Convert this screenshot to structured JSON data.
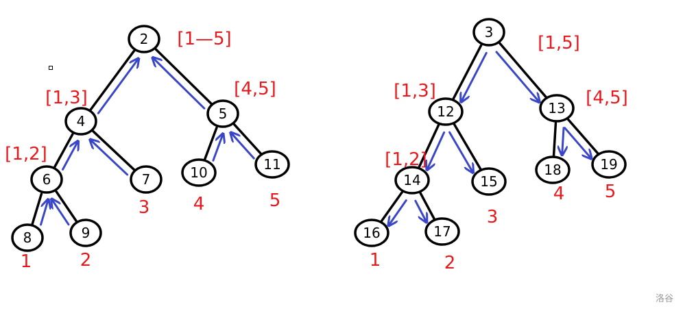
{
  "trees": [
    {
      "name": "left-tree",
      "direction": "up",
      "nodes": [
        "2",
        "4",
        "5",
        "6",
        "7",
        "10",
        "11",
        "8",
        "9"
      ],
      "edges": [
        [
          "2",
          "4"
        ],
        [
          "2",
          "5"
        ],
        [
          "4",
          "6"
        ],
        [
          "4",
          "7"
        ],
        [
          "6",
          "8"
        ],
        [
          "6",
          "9"
        ],
        [
          "5",
          "10"
        ],
        [
          "5",
          "11"
        ]
      ],
      "intervals": [
        "[1—5]",
        "[1,3]",
        "[4,5]",
        "[1,2]"
      ],
      "leaf_numbers": [
        "1",
        "2",
        "3",
        "4",
        "5"
      ]
    },
    {
      "name": "right-tree",
      "direction": "down",
      "nodes": [
        "3",
        "12",
        "13",
        "14",
        "15",
        "18",
        "19",
        "16",
        "17"
      ],
      "edges": [
        [
          "3",
          "12"
        ],
        [
          "3",
          "13"
        ],
        [
          "12",
          "14"
        ],
        [
          "12",
          "15"
        ],
        [
          "14",
          "16"
        ],
        [
          "14",
          "17"
        ],
        [
          "13",
          "18"
        ],
        [
          "13",
          "19"
        ]
      ],
      "intervals": [
        "[1,5]",
        "[1,3]",
        "[4,5]",
        "[1,2]"
      ],
      "leaf_numbers": [
        "1",
        "2",
        "3",
        "4",
        "5"
      ]
    }
  ],
  "colors": {
    "edge": "#000000",
    "arrow": "#3a46c8",
    "annotation": "#e8181c"
  },
  "watermark": "洛谷"
}
